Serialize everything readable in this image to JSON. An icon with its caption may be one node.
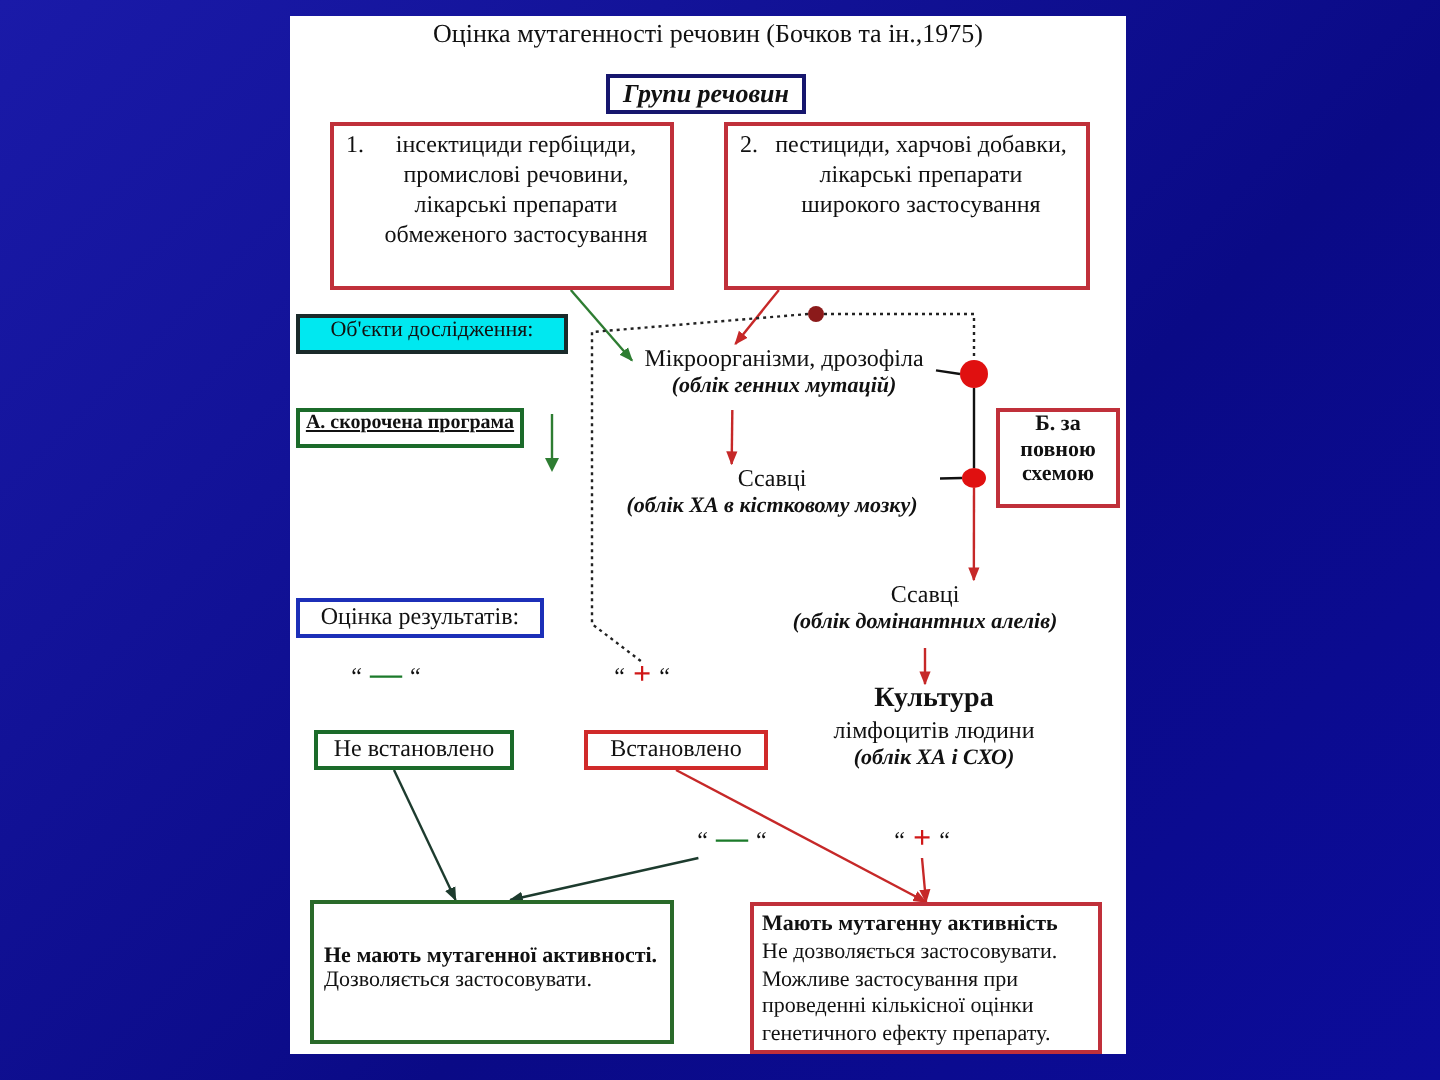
{
  "diagram": {
    "title": "Оцінка мутагенності речовин (Бочков та ін.,1975)",
    "nodes": [
      {
        "text": [
          "Групи речовин"
        ]
      },
      {
        "text": [
          "1.",
          "інсектициди гербіциди, промислові речовини, лікарські препарати обмеженого застосування"
        ]
      },
      {
        "text": [
          "2.",
          "пестициди, харчові добавки, лікарські препарати широкого застосування"
        ]
      },
      {
        "text": [
          "Об'єкти дослідження:"
        ]
      },
      {
        "text": [],
        "shape": "circle"
      },
      {
        "text": [
          "Мікроорганізми, дрозофіла",
          "(облік генних мутацій)"
        ]
      },
      {
        "text": [],
        "shape": "circle"
      },
      {
        "text": [
          "А. скорочена програма"
        ]
      },
      {
        "text": [
          "Б. за повною схемою"
        ]
      },
      {
        "text": [
          "Ссавці",
          "(облік ХА в кістковому мозку)"
        ]
      },
      {
        "text": [],
        "shape": "circle"
      },
      {
        "text": [
          "Оцінка результатів:"
        ]
      },
      {
        "text": [
          "“",
          "—",
          "“"
        ]
      },
      {
        "text": [
          "“",
          "+",
          "“"
        ]
      },
      {
        "text": [
          "Ссавці",
          "(облік домінантних алелів)"
        ]
      },
      {
        "text": [
          "Не встановлено"
        ]
      },
      {
        "text": [
          "Встановлено"
        ]
      },
      {
        "text": [
          "Культура",
          "лімфоцитів людини",
          "(облік ХА і СХО)"
        ]
      },
      {
        "text": [
          "“",
          "—",
          "“"
        ]
      },
      {
        "text": [
          "“",
          "+",
          "“"
        ]
      },
      {
        "text": [
          "Не мають мутагенної активності.",
          "Дозволяється застосовувати."
        ]
      },
      {
        "text": [
          "Мають мутагенну активність",
          "Не дозволяється застосовувати. Можливе застосування при проведенні кількісної оцінки генетичного ефекту препарату."
        ]
      }
    ],
    "edges": [
      {
        "from": 1,
        "to": 5,
        "arrow": "to",
        "color": "#2e7d32"
      },
      {
        "from": 2,
        "to": 5,
        "arrow": "to"
      },
      {
        "from": 4,
        "to": 6,
        "arrow": "none",
        "style": "dashed",
        "color": "#222222"
      },
      {
        "from": 4,
        "to": 13,
        "arrow": "none",
        "style": "dashed",
        "color": "#222222"
      },
      {
        "from": 5,
        "to": 6,
        "arrow": "none",
        "color": "#111111"
      },
      {
        "from": 6,
        "to": 10,
        "arrow": "none",
        "color": "#111111"
      },
      {
        "from": 9,
        "to": 10,
        "arrow": "none",
        "color": "#111111"
      },
      {
        "from": 10,
        "to": 14,
        "arrow": "to"
      },
      {
        "from": 5,
        "to": 9,
        "arrow": "to"
      },
      {
        "from": 14,
        "to": 17,
        "arrow": "to"
      },
      {
        "from": 15,
        "to": 20,
        "arrow": "to",
        "color": "#1d3b2e"
      },
      {
        "from": 18,
        "to": 20,
        "arrow": "to",
        "color": "#1d3b2e"
      },
      {
        "from": 16,
        "to": 21,
        "arrow": "to"
      },
      {
        "from": 19,
        "to": 21,
        "arrow": "to"
      }
    ]
  }
}
